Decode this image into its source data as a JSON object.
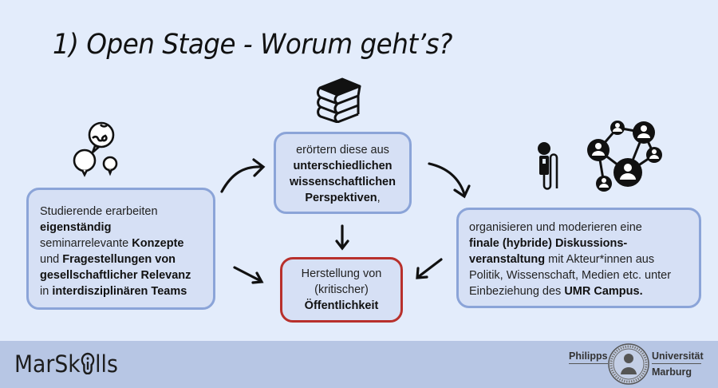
{
  "slide": {
    "title": "1) Open Stage - Worum geht’s?"
  },
  "boxes": {
    "left": {
      "lines": [
        [
          {
            "t": "Studierende erarbeiten",
            "b": false
          }
        ],
        [
          {
            "t": "eigenständig",
            "b": true
          }
        ],
        [
          {
            "t": "seminarrelevante ",
            "b": false
          },
          {
            "t": "Konzepte",
            "b": true
          }
        ],
        [
          {
            "t": "und ",
            "b": false
          },
          {
            "t": "Fragestellungen von",
            "b": true
          }
        ],
        [
          {
            "t": "gesellschaftlicher Relevanz",
            "b": true
          }
        ],
        [
          {
            "t": "in ",
            "b": false
          },
          {
            "t": "interdisziplinären Teams",
            "b": true
          }
        ]
      ]
    },
    "middle": {
      "lines": [
        [
          {
            "t": "erörtern diese aus",
            "b": false
          }
        ],
        [
          {
            "t": "unterschiedlichen",
            "b": true
          }
        ],
        [
          {
            "t": "wissenschaftlichen",
            "b": true
          }
        ],
        [
          {
            "t": "Perspektiven",
            "b": true
          },
          {
            "t": ",",
            "b": false
          }
        ]
      ]
    },
    "right": {
      "lines": [
        [
          {
            "t": "organisieren und moderieren eine",
            "b": false
          }
        ],
        [
          {
            "t": "finale (hybride) Diskussions-",
            "b": true
          }
        ],
        [
          {
            "t": "veranstaltung",
            "b": true
          },
          {
            "t": " mit Akteur*innen aus",
            "b": false
          }
        ],
        [
          {
            "t": "Politik, Wissenschaft, Medien etc. unter",
            "b": false
          }
        ],
        [
          {
            "t": "Einbeziehung des ",
            "b": false
          },
          {
            "t": "UMR Campus.",
            "b": true
          }
        ]
      ]
    },
    "center_result": {
      "lines": [
        [
          {
            "t": "Herstellung von",
            "b": false
          }
        ],
        [
          {
            "t": "(kritischer)",
            "b": false
          }
        ],
        [
          {
            "t": "Öffentlichkeit",
            "b": true
          }
        ]
      ]
    }
  },
  "icons": {
    "left": "globe-speech-bubbles-icon",
    "middle": "book-stack-icon",
    "right": [
      "microphone-icon",
      "people-network-icon"
    ]
  },
  "colors": {
    "background": "#e3ecfb",
    "box_fill": "#d6e0f5",
    "box_border": "#8ba4d8",
    "result_border": "#b8302c",
    "footer": "#b7c6e4"
  },
  "footer": {
    "brand": "MarSk",
    "brand_suffix": "lls",
    "university_left": "Philipps",
    "university_right_top": "Universität",
    "university_right_bottom": "Marburg"
  }
}
